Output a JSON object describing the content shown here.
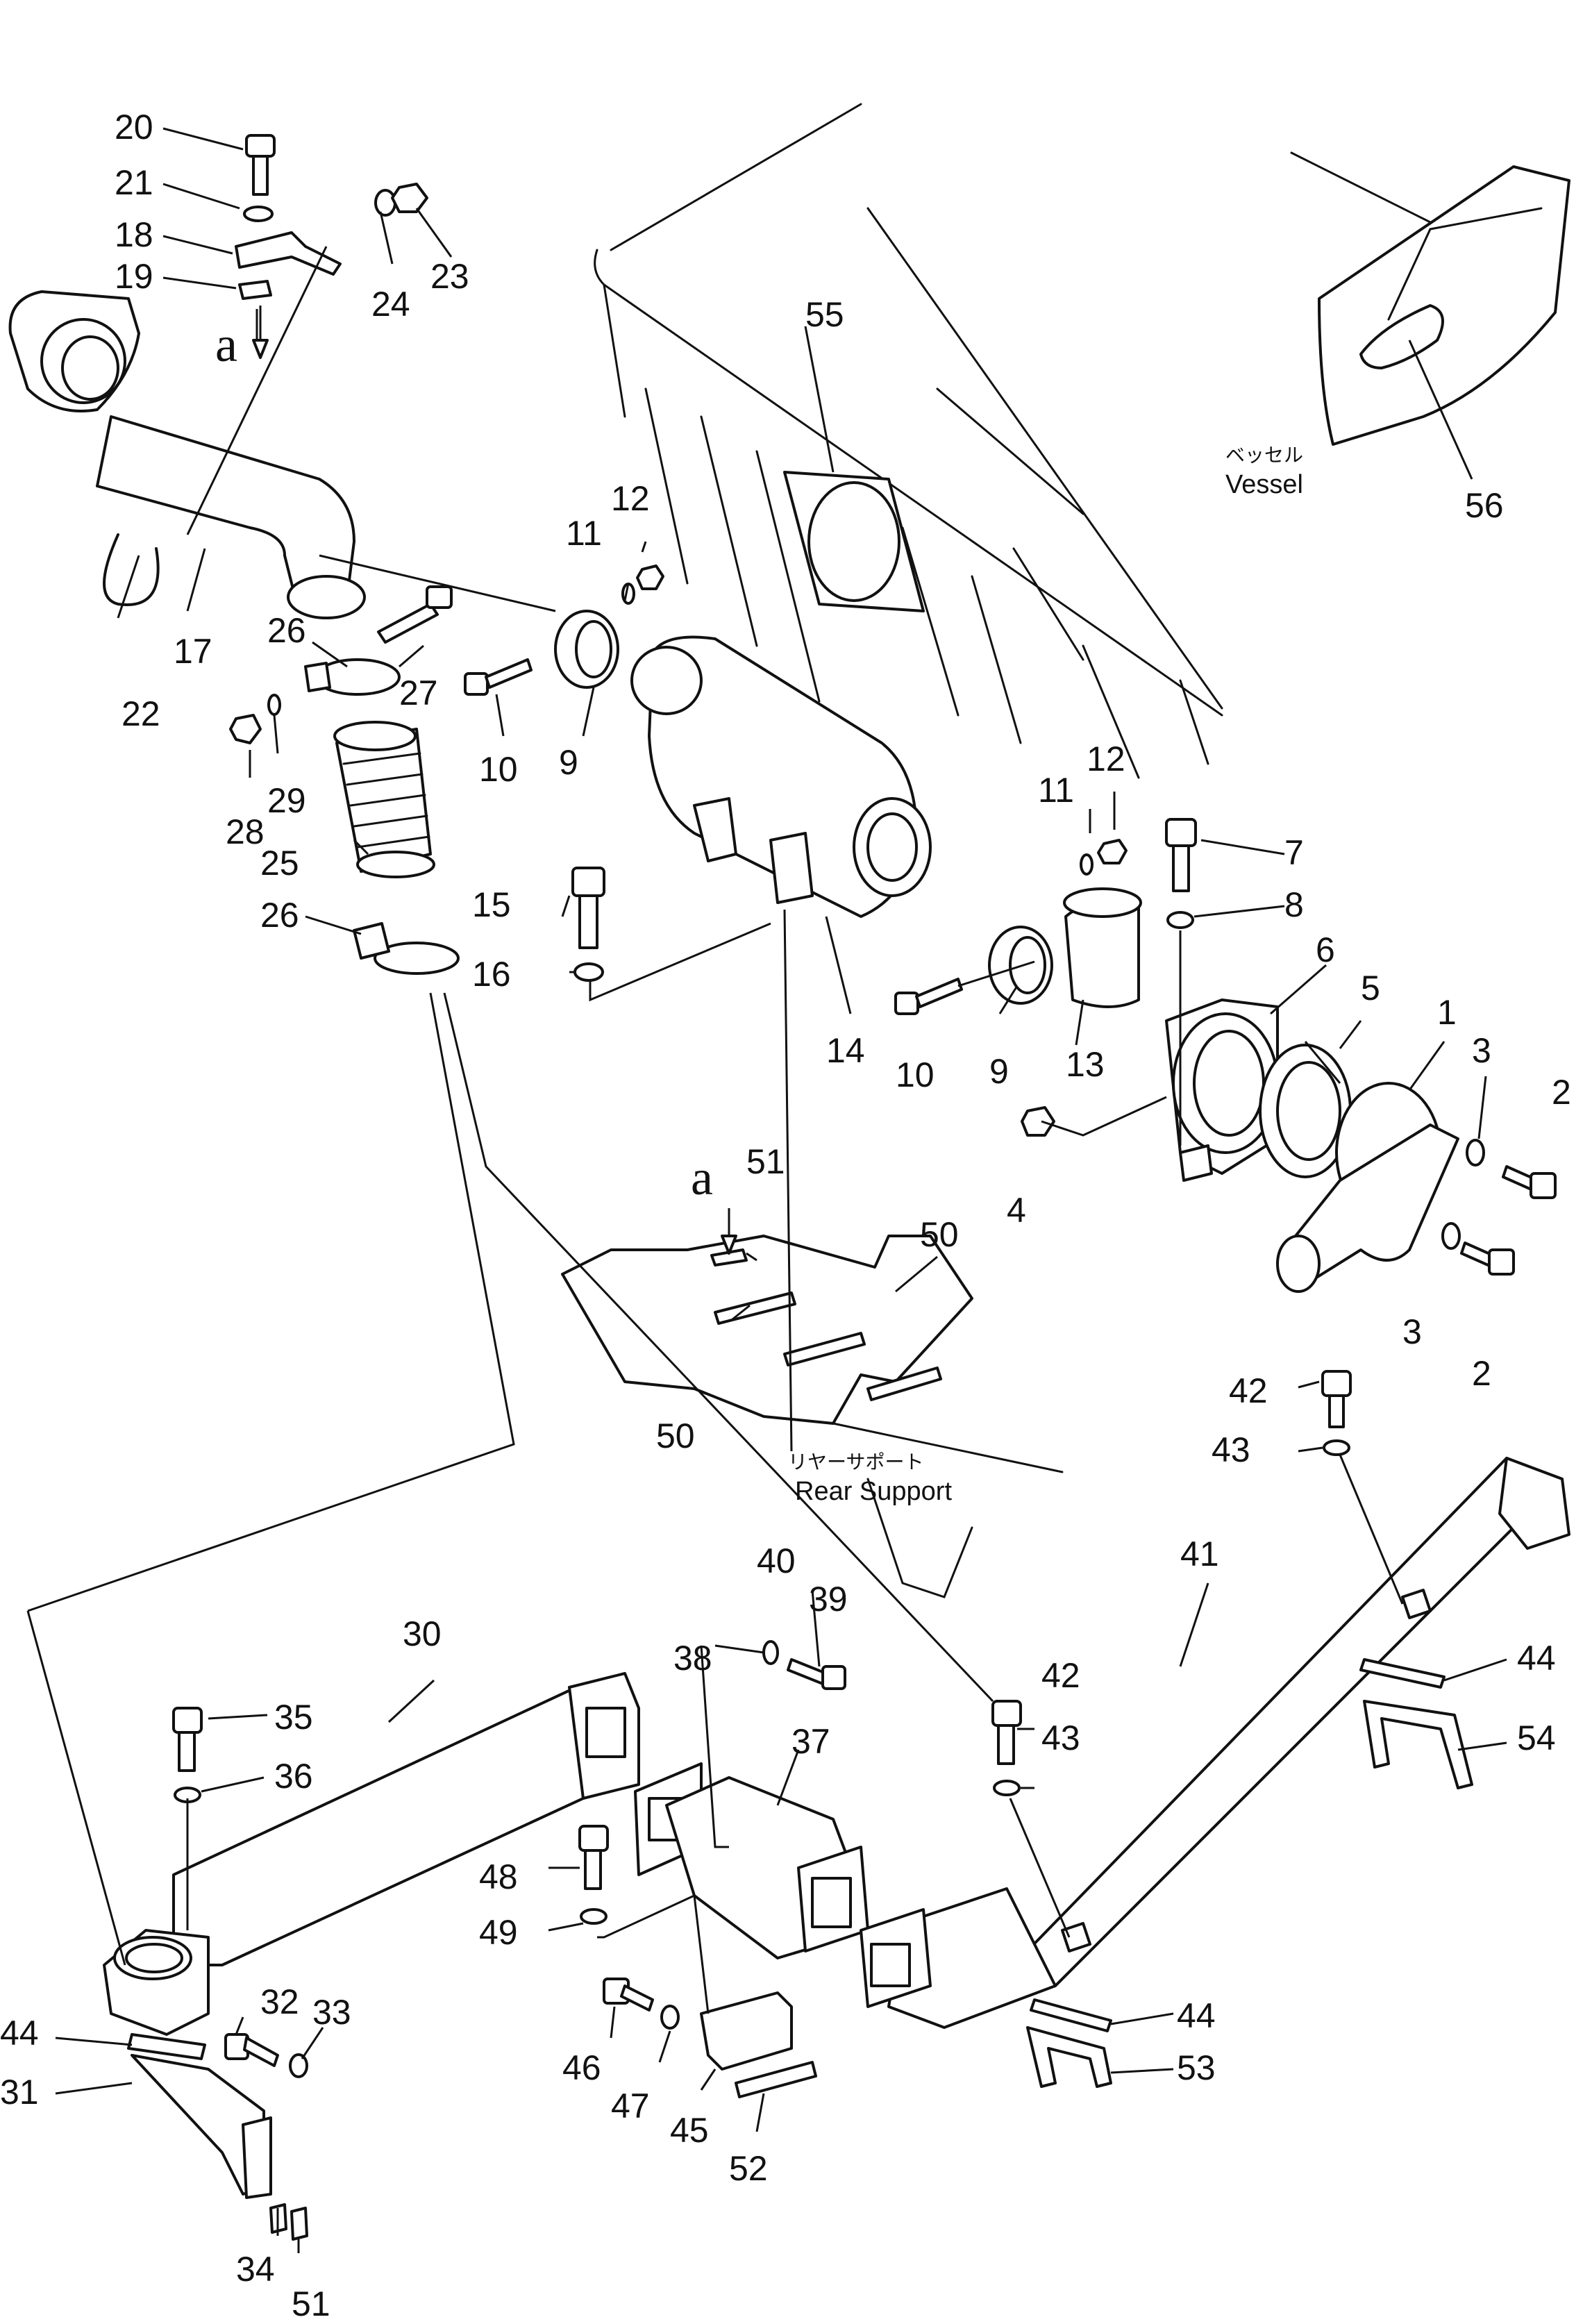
{
  "callouts": {
    "n1": "1",
    "n2": "2",
    "n3": "3",
    "n4": "4",
    "n5": "5",
    "n6": "6",
    "n7": "7",
    "n8": "8",
    "n9": "9",
    "n10": "10",
    "n11": "11",
    "n12": "12",
    "n13": "13",
    "n14": "14",
    "n15": "15",
    "n16": "16",
    "n17": "17",
    "n18": "18",
    "n19": "19",
    "n20": "20",
    "n21": "21",
    "n22": "22",
    "n23": "23",
    "n24": "24",
    "n25": "25",
    "n26": "26",
    "n27": "27",
    "n28": "28",
    "n29": "29",
    "n30": "30",
    "n31": "31",
    "n32": "32",
    "n33": "33",
    "n34": "34",
    "n35": "35",
    "n36": "36",
    "n37": "37",
    "n38": "38",
    "n39": "39",
    "n40": "40",
    "n41": "41",
    "n42": "42",
    "n43": "43",
    "n44": "44",
    "n45": "45",
    "n46": "46",
    "n47": "47",
    "n48": "48",
    "n49": "49",
    "n50": "50",
    "n51": "51",
    "n52": "52",
    "n53": "53",
    "n54": "54",
    "n55": "55",
    "n56": "56"
  },
  "annotations": {
    "vessel_jp": "ベッセル",
    "vessel_en": "Vessel",
    "rear_support_jp": "リヤーサポート",
    "rear_support_en": "Rear  Support",
    "view_marker": "a"
  }
}
